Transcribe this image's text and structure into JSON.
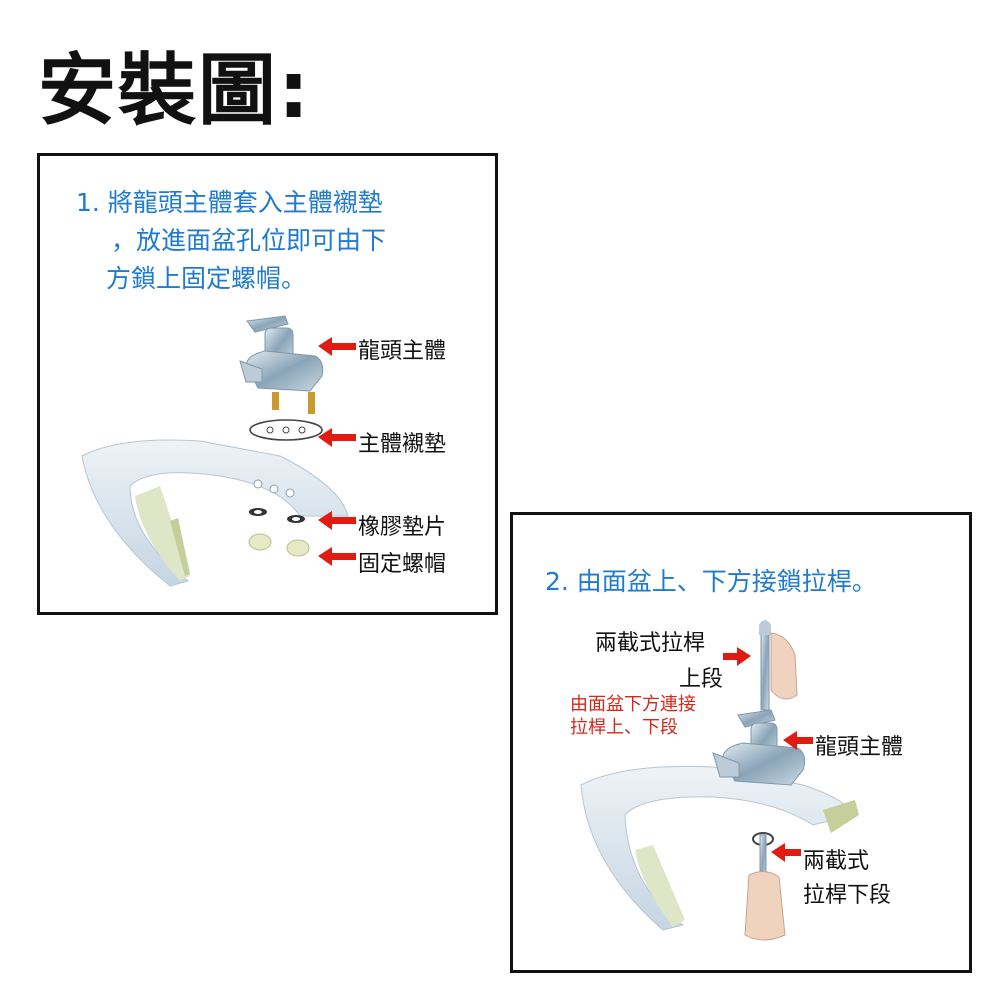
{
  "header": {
    "title": "安裝圖:"
  },
  "step1": {
    "lines": [
      "1. 將龍頭主體套入主體襯墊",
      "，放進面盆孔位即可由下",
      "方鎖上固定螺帽。"
    ],
    "labels": {
      "faucet_body": "龍頭主體",
      "body_gasket": "主體襯墊",
      "rubber_washer": "橡膠墊片",
      "fixing_nut": "固定螺帽"
    }
  },
  "step2": {
    "text": "2. 由面盆上、下方接鎖拉桿。",
    "labels": {
      "rod_upper_line1": "兩截式拉桿",
      "rod_upper_line2": "上段",
      "connect_line1": "由面盆下方連接",
      "connect_line2": "拉桿上、下段",
      "faucet_body": "龍頭主體",
      "rod_lower_line1": "兩截式",
      "rod_lower_line2": "拉桿下段"
    }
  },
  "colors": {
    "step_text": "#1f7bd1",
    "arrow": "#e01b12",
    "note": "#d8261a"
  }
}
